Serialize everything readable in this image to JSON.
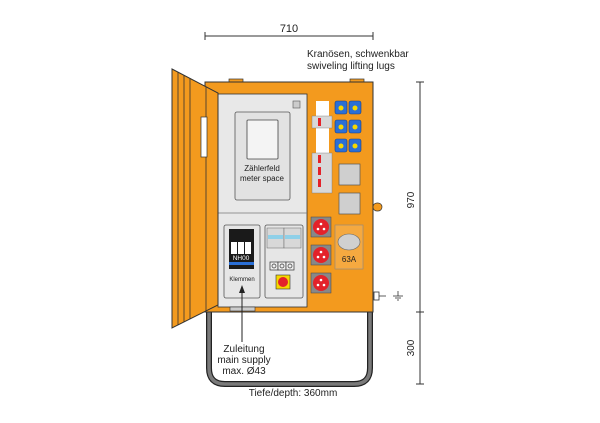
{
  "dimensions": {
    "width_label": "710",
    "height_label": "970",
    "stand_label": "300",
    "depth_label": "Tiefe/depth: 360mm"
  },
  "lifting_lugs": {
    "line1": "Kranösen, schwenkbar",
    "line2": "swiveling lifting lugs"
  },
  "meter": {
    "line1": "Zählerfeld",
    "line2": "meter space"
  },
  "fuse": {
    "label": "NH00"
  },
  "terminals": {
    "label": "Klemmen"
  },
  "cee_socket": {
    "label": "63A"
  },
  "supply": {
    "line1": "Zuleitung",
    "line2": "main supply",
    "line3": "max. Ø43"
  },
  "colors": {
    "orange": "#f39a1e",
    "panel": "#e8e8e8",
    "blue": "#2a6fd6",
    "red": "#e3222a",
    "stand": "#6b6b6b"
  }
}
